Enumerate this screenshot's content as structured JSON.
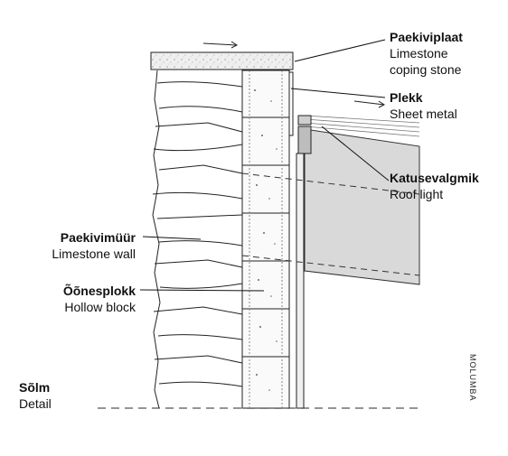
{
  "labels": {
    "coping": {
      "title": "Paekiviplaat",
      "line1": "Limestone",
      "line2": "coping stone"
    },
    "sheet_metal": {
      "title": "Plekk",
      "line1": "Sheet metal"
    },
    "roof_light": {
      "title": "Katusevalgmik",
      "line1": "Roof light"
    },
    "limestone_wall": {
      "title": "Paekivimüür",
      "line1": "Limestone wall"
    },
    "hollow_block": {
      "title": "Õõnesplokk",
      "line1": "Hollow block"
    },
    "detail": {
      "title": "Sõlm",
      "line1": "Detail"
    }
  },
  "credit": "MOLUMBA",
  "colors": {
    "roof_glass": "#d9d9d9",
    "coping_fill": "#e6e6e6",
    "block_fill": "#f4f4f4",
    "line": "#111111"
  }
}
